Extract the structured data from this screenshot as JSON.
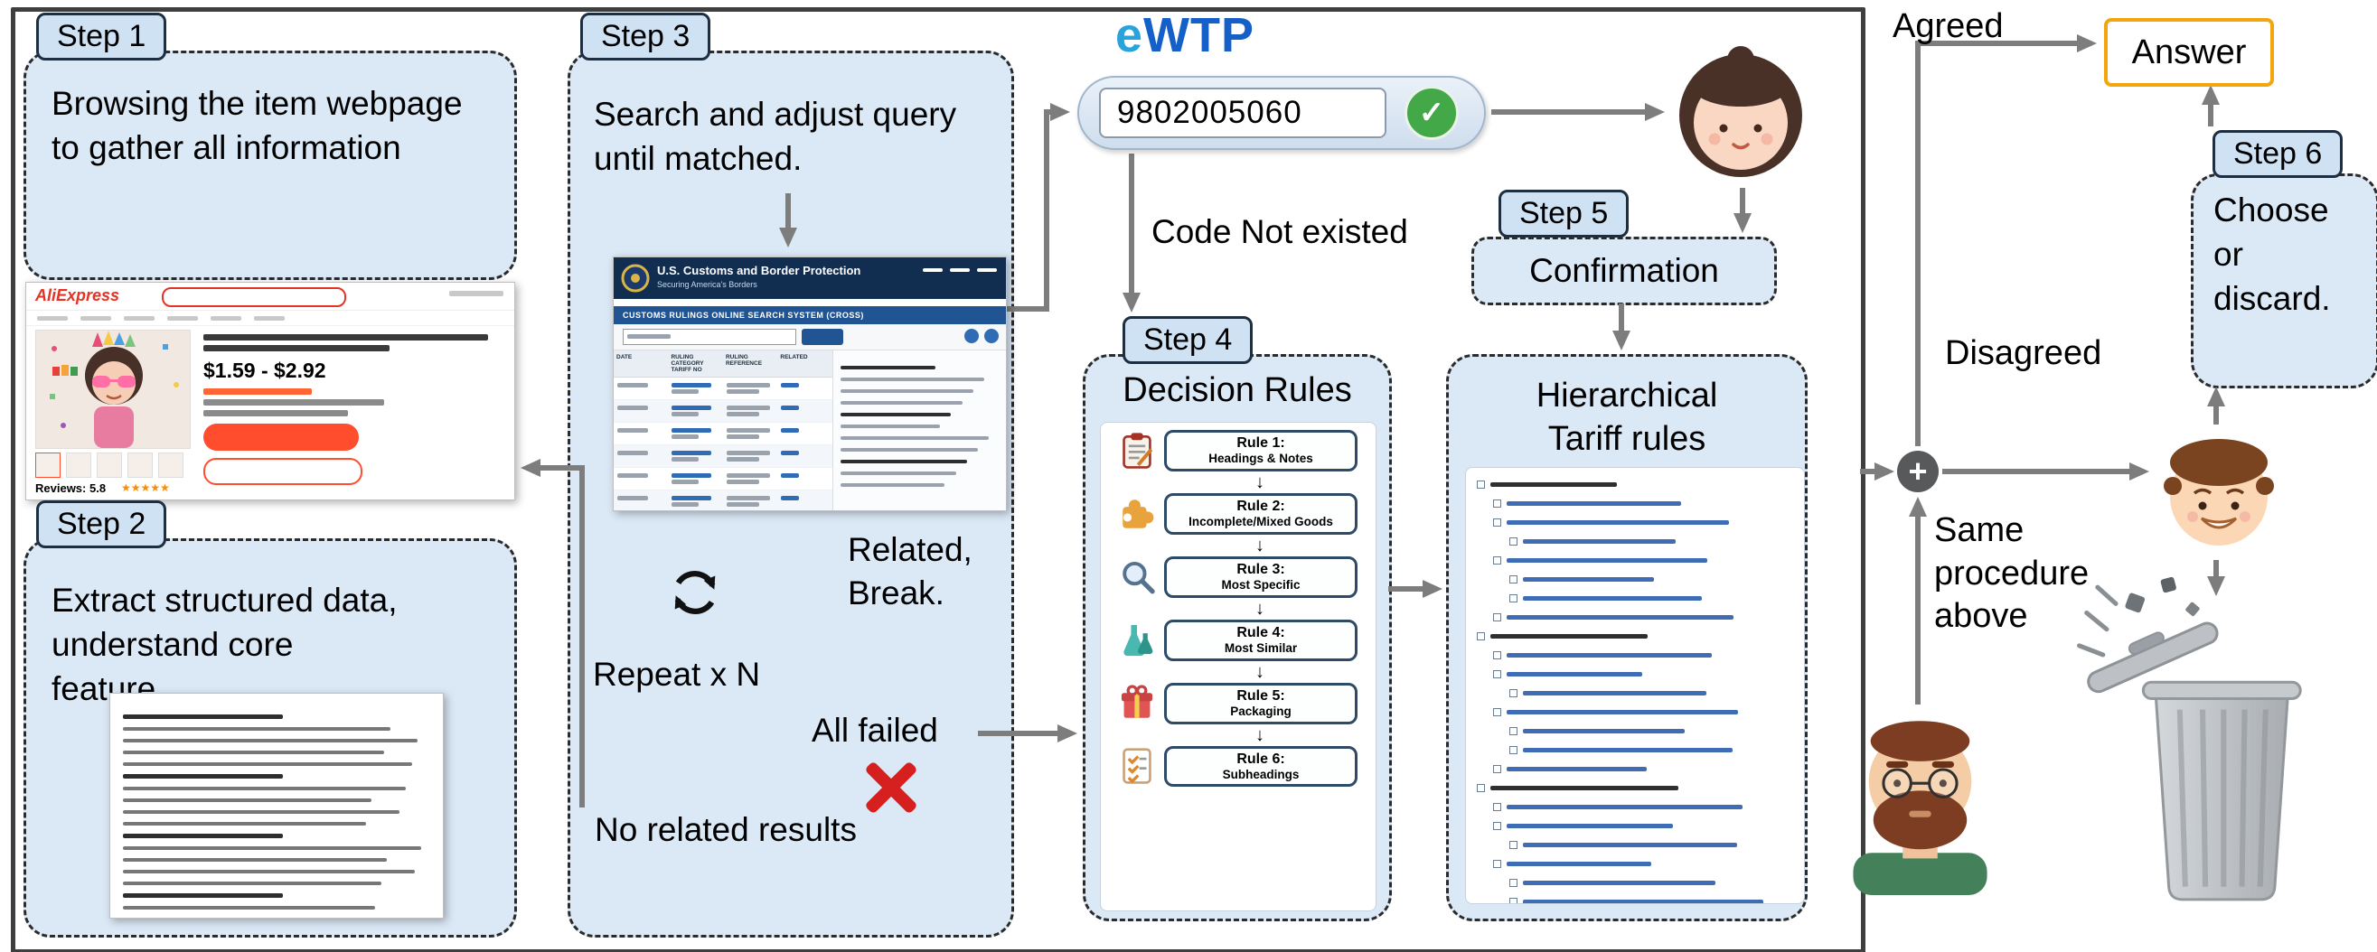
{
  "steps": [
    {
      "label": "Step 1",
      "text": "Browsing the item webpage to gather all information"
    },
    {
      "label": "Step 2",
      "text": "Extract structured data, understand core feature."
    },
    {
      "label": "Step 3",
      "text": "Search and adjust query until matched."
    },
    {
      "label": "Step 4",
      "title": "Decision Rules"
    },
    {
      "label": "Step 5",
      "title": "Confirmation"
    },
    {
      "label": "Step 6",
      "text": "Choose or discard."
    }
  ],
  "step3_labels": {
    "repeat": "Repeat x N",
    "related_1": "Related,",
    "related_2": "Break.",
    "all_failed": "All failed",
    "no_related": "No related results"
  },
  "step4": {
    "rules": [
      {
        "num": "Rule 1:",
        "name": "Headings & Notes",
        "icon": "clipboard-icon"
      },
      {
        "num": "Rule 2:",
        "name": "Incomplete/Mixed Goods",
        "icon": "puzzle-icon"
      },
      {
        "num": "Rule 3:",
        "name": "Most Specific",
        "icon": "magnifier-icon"
      },
      {
        "num": "Rule 4:",
        "name": "Most Similar",
        "icon": "flasks-icon"
      },
      {
        "num": "Rule 5:",
        "name": "Packaging",
        "icon": "gift-icon"
      },
      {
        "num": "Rule 6:",
        "name": "Subheadings",
        "icon": "checklist-icon"
      }
    ]
  },
  "step5": {
    "panel_title_line1": "Hierarchical",
    "panel_title_line2": "Tariff rules"
  },
  "ewtp": {
    "logo_e": "e",
    "logo_rest": "WTP",
    "code": "9802005060",
    "check_icon": "✓"
  },
  "flow": {
    "agreed": "Agreed",
    "disagreed": "Disagreed",
    "answer": "Answer",
    "code_not_existed": "Code Not existed",
    "same_procedure": "Same procedure above",
    "plus": "+"
  },
  "aliexpress": {
    "brand": "AliExpress",
    "price": "$1.59 - $2.92",
    "reviews_label": "Reviews: 5.8",
    "stars": "★★★★★"
  },
  "cross": {
    "agency_title": "U.S. Customs and Border Protection",
    "agency_subtitle": "Securing America's Borders",
    "system_title": "CUSTOMS RULINGS ONLINE SEARCH SYSTEM (CROSS)",
    "columns": [
      "DATE",
      "RULING CATEGORY TARIFF NO",
      "RULING REFERENCE",
      "RELATED"
    ]
  }
}
